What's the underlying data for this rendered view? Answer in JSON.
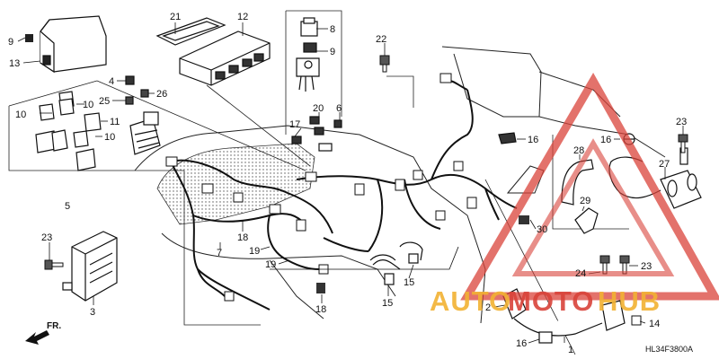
{
  "diagram_code": "HL34F3800A",
  "direction_label": "FR.",
  "watermark": {
    "part1": "AUTO",
    "part2": "MOTO",
    "part3": "HUB",
    "color_orange": "#f2b233",
    "color_red": "#d9433a"
  },
  "callouts": [
    {
      "id": "c9a",
      "label": "9"
    },
    {
      "id": "c13",
      "label": "13"
    },
    {
      "id": "c21",
      "label": "21"
    },
    {
      "id": "c12",
      "label": "12"
    },
    {
      "id": "c8",
      "label": "8"
    },
    {
      "id": "c9b",
      "label": "9"
    },
    {
      "id": "c22",
      "label": "22"
    },
    {
      "id": "c4",
      "label": "4"
    },
    {
      "id": "c25",
      "label": "25"
    },
    {
      "id": "c26",
      "label": "26"
    },
    {
      "id": "c10a",
      "label": "10"
    },
    {
      "id": "c10b",
      "label": "10"
    },
    {
      "id": "c11",
      "label": "11"
    },
    {
      "id": "c10c",
      "label": "10"
    },
    {
      "id": "c17",
      "label": "17"
    },
    {
      "id": "c20",
      "label": "20"
    },
    {
      "id": "c6",
      "label": "6"
    },
    {
      "id": "c16a",
      "label": "16"
    },
    {
      "id": "c16b",
      "label": "16"
    },
    {
      "id": "c23a",
      "label": "23"
    },
    {
      "id": "c28",
      "label": "28"
    },
    {
      "id": "c27",
      "label": "27"
    },
    {
      "id": "c29",
      "label": "29"
    },
    {
      "id": "c5",
      "label": "5"
    },
    {
      "id": "c7",
      "label": "7"
    },
    {
      "id": "c18a",
      "label": "18"
    },
    {
      "id": "c19a",
      "label": "19"
    },
    {
      "id": "c19b",
      "label": "19"
    },
    {
      "id": "c30",
      "label": "30"
    },
    {
      "id": "c23b",
      "label": "23"
    },
    {
      "id": "c3",
      "label": "3"
    },
    {
      "id": "c15a",
      "label": "15"
    },
    {
      "id": "c15b",
      "label": "15"
    },
    {
      "id": "c18b",
      "label": "18"
    },
    {
      "id": "c24",
      "label": "24"
    },
    {
      "id": "c23c",
      "label": "23"
    },
    {
      "id": "c2",
      "label": "2"
    },
    {
      "id": "c14",
      "label": "14"
    },
    {
      "id": "c16c",
      "label": "16"
    },
    {
      "id": "c1",
      "label": "1"
    }
  ]
}
